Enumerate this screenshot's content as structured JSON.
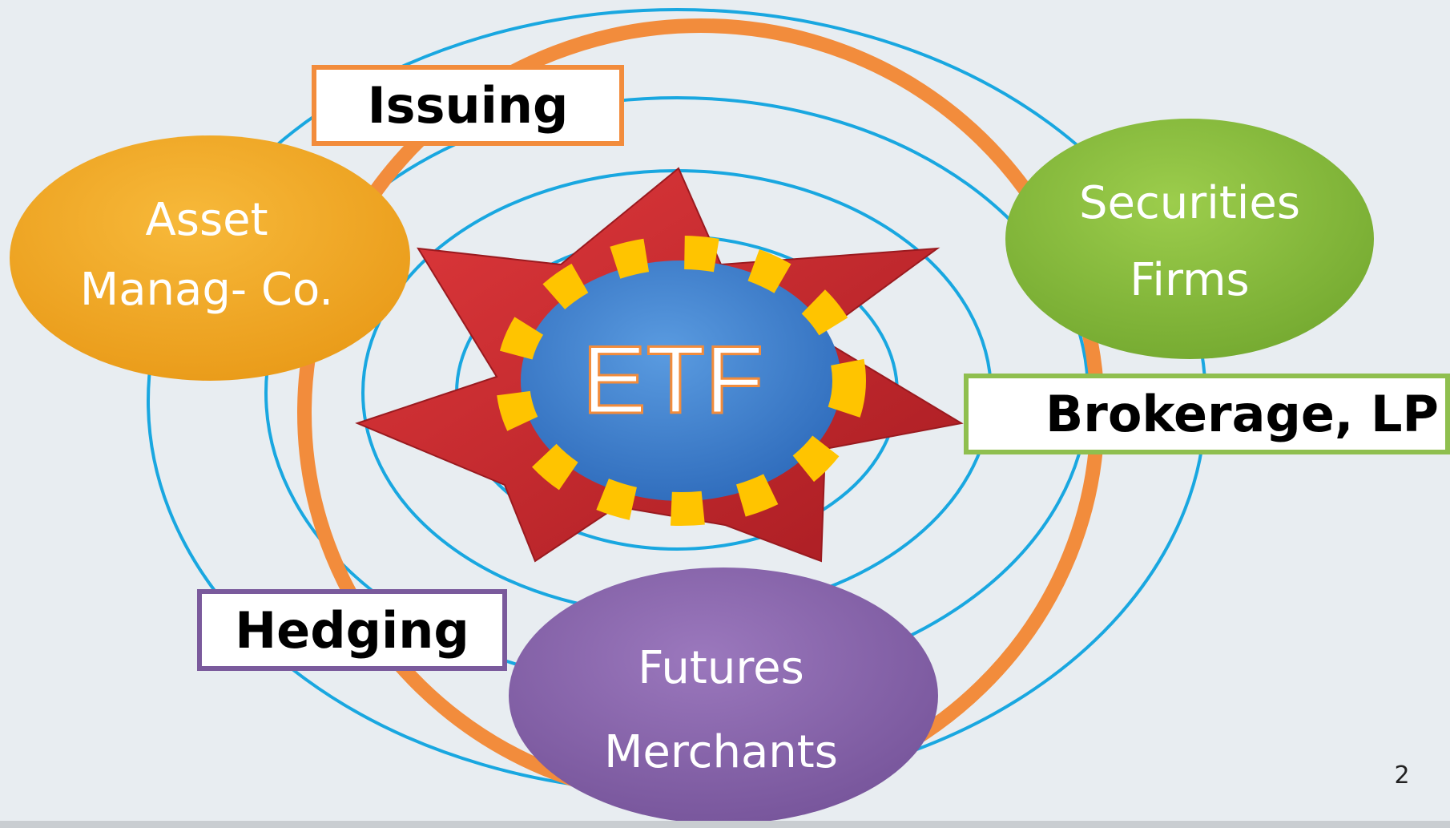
{
  "diagram": {
    "center": "ETF",
    "entities": {
      "asset_management": [
        "Asset",
        "Manag- Co."
      ],
      "securities_firms": [
        "Securities",
        "Firms"
      ],
      "futures_merchants": [
        "Futures",
        "Merchants"
      ]
    },
    "labels": {
      "issuing": "Issuing",
      "brokerage": "Brokerage, LP",
      "hedging": "Hedging"
    }
  },
  "page_number": "2",
  "colors": {
    "background": "#e8edf1",
    "ring": "#19a7e0",
    "orbit": "#f28c3c",
    "star": "#c8262b",
    "etf_oval": "#3f82d1",
    "dashes": "#ffc400",
    "asset_oval": "#f2a92a",
    "securities_oval": "#8cc03f",
    "futures_oval": "#8d68ae",
    "issuing_border": "#f28c3c",
    "brokerage_border": "#8fbf4f",
    "hedging_border": "#7a5a9c"
  }
}
